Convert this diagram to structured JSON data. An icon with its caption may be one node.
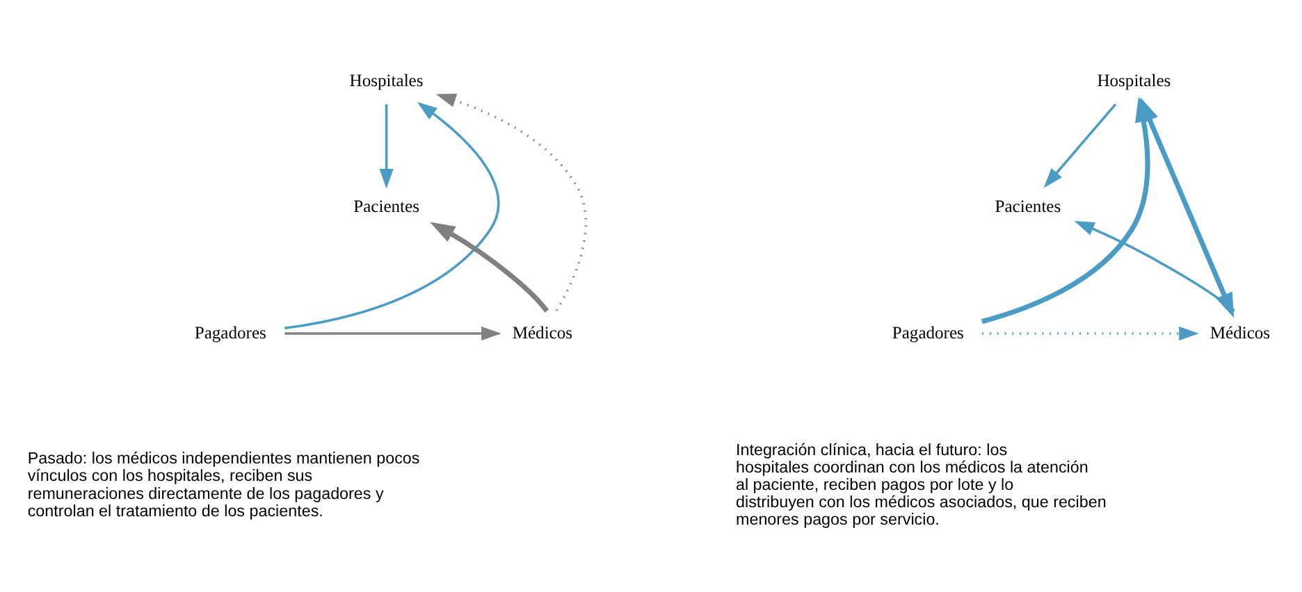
{
  "diagram": {
    "nodes": [
      {
        "text": [
          "Hospitales"
        ]
      },
      {
        "text": [
          "Pacientes"
        ]
      },
      {
        "text": [
          "Pagadores"
        ]
      },
      {
        "text": [
          "Médicos"
        ]
      },
      {
        "text": [
          "Hospitales"
        ]
      },
      {
        "text": [
          "Pacientes"
        ]
      },
      {
        "text": [
          "Pagadores"
        ]
      },
      {
        "text": [
          "Médicos"
        ]
      }
    ],
    "edges": [
      {
        "from": 2,
        "to": 0,
        "arrow": "to"
      },
      {
        "from": 0,
        "to": 1,
        "arrow": "to"
      },
      {
        "from": 3,
        "to": 0,
        "arrow": "to",
        "style": "dashed",
        "color": "#808080"
      },
      {
        "from": 3,
        "to": 1,
        "arrow": "to",
        "style": "thick",
        "color": "#808080"
      },
      {
        "from": 2,
        "to": 3,
        "arrow": "to",
        "color": "#808080"
      },
      {
        "from": 6,
        "to": 4,
        "arrow": "to",
        "style": "thick"
      },
      {
        "from": 4,
        "to": 5,
        "arrow": "to"
      },
      {
        "from": 4,
        "to": 7,
        "arrow": "both",
        "style": "thick"
      },
      {
        "from": 7,
        "to": 5,
        "arrow": "to"
      },
      {
        "from": 6,
        "to": 7,
        "arrow": "to",
        "style": "dashed"
      }
    ],
    "labels": [
      "Pasado: los médicos independientes mantienen pocos vínculos con los hospitales, reciben sus remuneraciones directamente de los pagadores y controlan el tratamiento de los pacientes.",
      "Integración clínica, hacia el futuro: los hospitales coordinan con los médicos la atención al paciente, reciben pagos por lote y lo distribuyen con los médicos asociados, que reciben menores pagos por servicio."
    ]
  }
}
